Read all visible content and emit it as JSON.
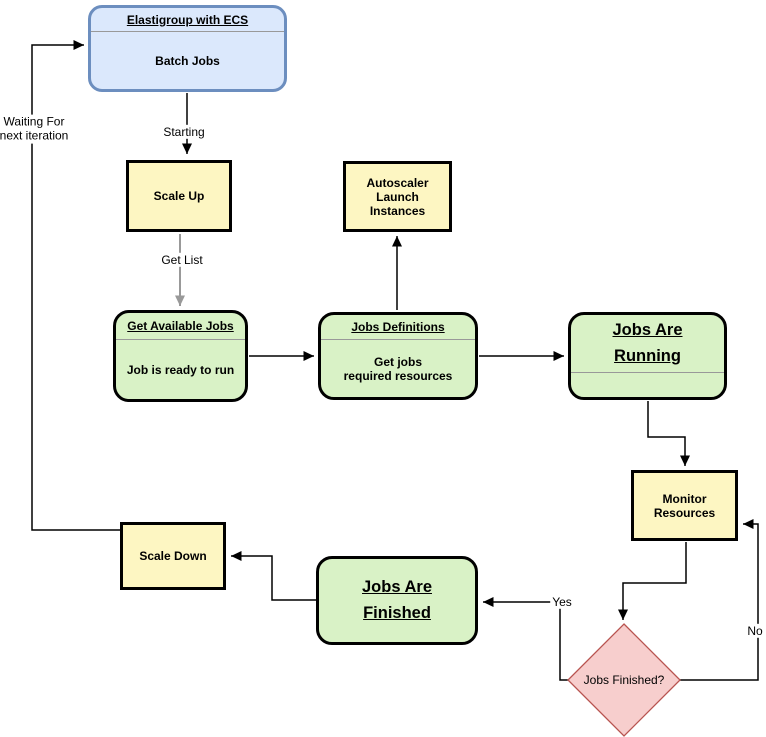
{
  "nodes": {
    "elastigroup": {
      "title": "Elastigroup with ECS",
      "body": "Batch Jobs"
    },
    "scale_up": {
      "label": "Scale Up"
    },
    "autoscaler": {
      "label": "Autoscaler\nLaunch\nInstances"
    },
    "get_available_jobs": {
      "title": "Get Available Jobs",
      "body": "Job is ready to run"
    },
    "jobs_definitions": {
      "title": "Jobs Definitions",
      "body": "Get jobs\nrequired resources"
    },
    "jobs_running": {
      "title": "Jobs Are\nRunning",
      "body": ""
    },
    "monitor_resources": {
      "label": "Monitor\nResources"
    },
    "scale_down": {
      "label": "Scale Down"
    },
    "jobs_finished": {
      "title": "Jobs Are\nFinished"
    },
    "decision": {
      "label": "Jobs Finished?"
    }
  },
  "edge_labels": {
    "starting": "Starting",
    "get_list": "Get List",
    "waiting": "Waiting For\nnext iteration",
    "yes": "Yes",
    "no": "No"
  },
  "colors": {
    "process_fill": "#fdf6c2",
    "process_border": "#000000",
    "state_fill": "#d9f2c6",
    "state_border": "#000000",
    "start_fill": "#dbe8fc",
    "start_border": "#6c8ebf",
    "decision_fill": "#f7cecd",
    "decision_border": "#b85450",
    "divider": "#999999",
    "connector": "#000000",
    "connector_gray": "#999999"
  }
}
